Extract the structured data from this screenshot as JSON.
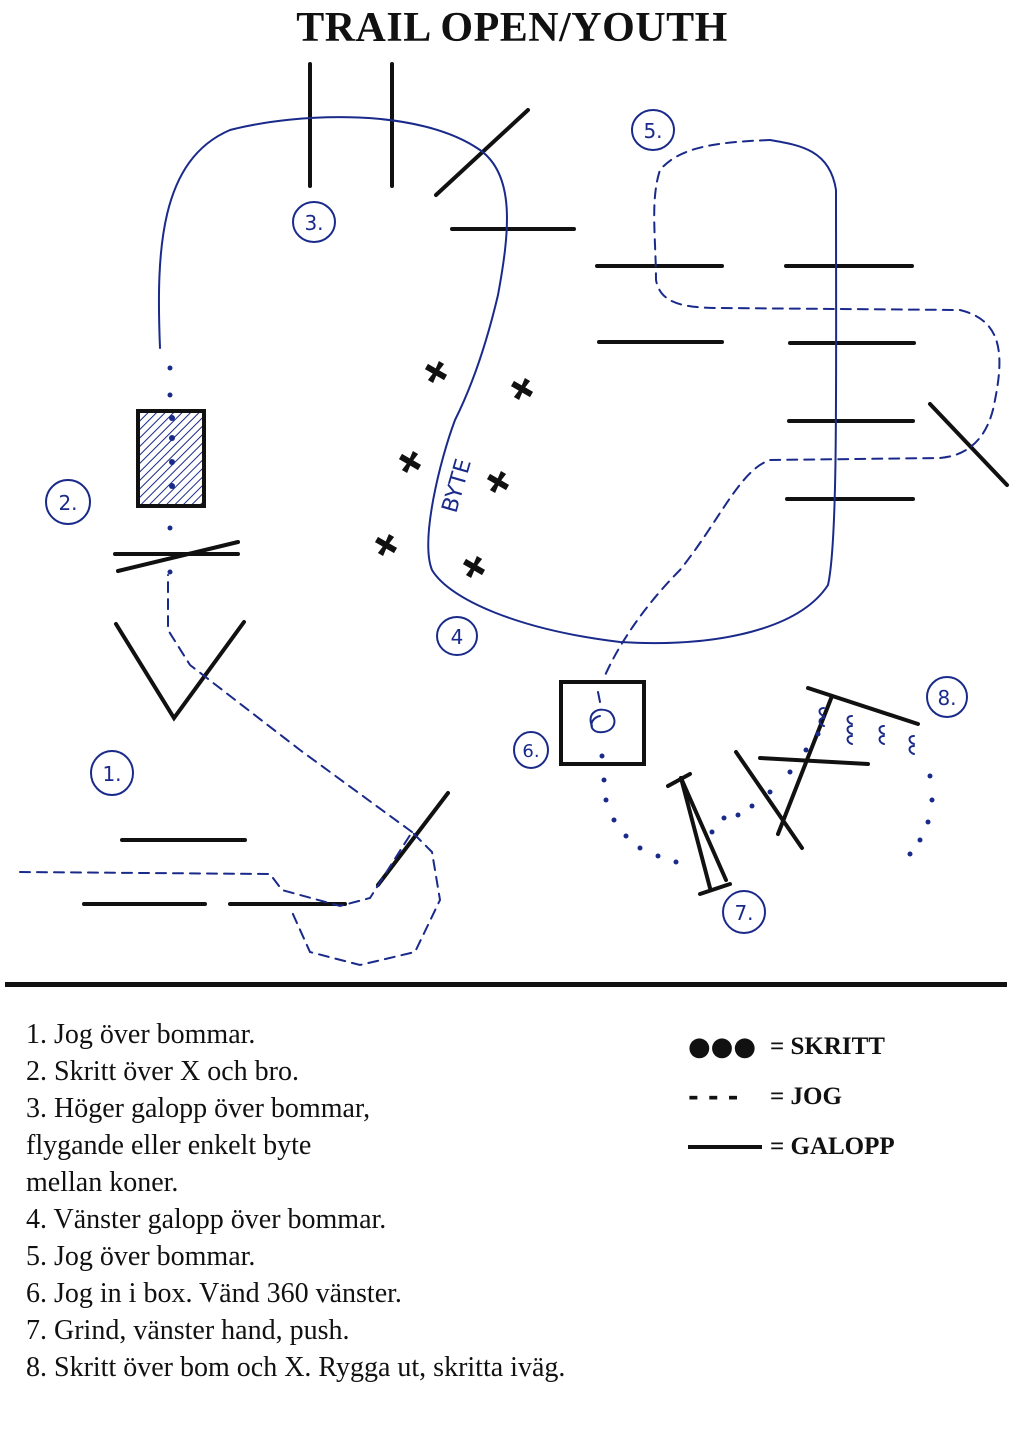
{
  "title": "TRAIL OPEN/YOUTH",
  "markers": [
    "1.",
    "2.",
    "3.",
    "4",
    "5.",
    "6.",
    "7.",
    "8."
  ],
  "byte_label": "BYTE",
  "instructions": [
    "1. Jog över bommar.",
    "2. Skritt över X och bro.",
    "3. Höger galopp över bommar,",
    "flygande eller enkelt byte",
    "mellan koner.",
    "4. Vänster galopp över bommar.",
    "5. Jog över bommar.",
    "6. Jog in i box. Vänd 360 vänster.",
    "7. Grind, vänster hand, push.",
    "8. Skritt över bom och X. Rygga ut, skritta iväg."
  ],
  "legend": [
    {
      "symbol": "●●●",
      "label": "= SKRITT",
      "style": "dots"
    },
    {
      "symbol": "- - -",
      "label": "= JOG",
      "style": "dashes"
    },
    {
      "symbol": "",
      "label": "= GALOPP",
      "style": "line"
    }
  ],
  "colors": {
    "ink": "#111111",
    "pen": "#1a2a8a"
  }
}
